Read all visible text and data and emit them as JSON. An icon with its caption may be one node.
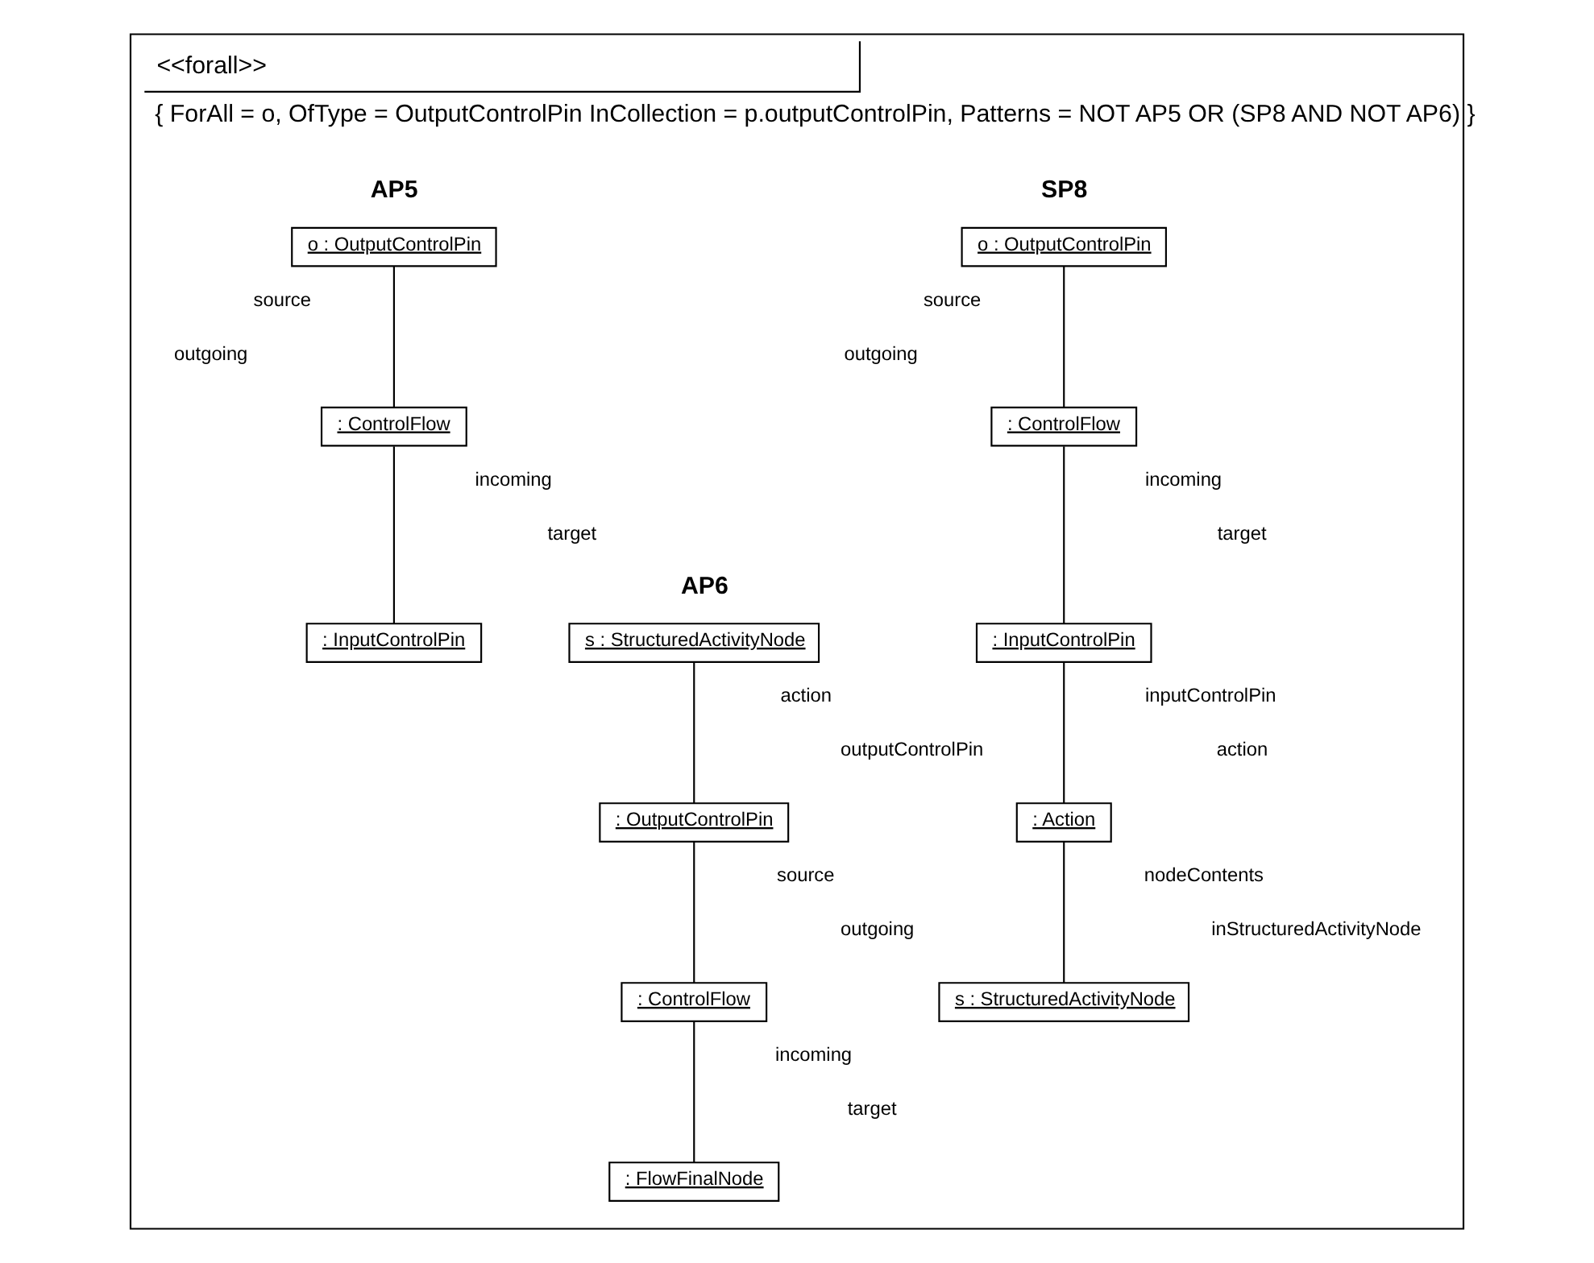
{
  "diagram": {
    "nodes": [
      {
        "text": [
          "<<forall>>",
          "{ ForAll = o, OfType = OutputControlPin InCollection = p.outputControlPin, Patterns = NOT AP5 OR (SP8 AND NOT AP6) }"
        ]
      },
      {
        "text": [
          "o : OutputControlPin"
        ],
        "in": 0
      },
      {
        "text": [
          ": ControlFlow"
        ],
        "in": 0
      },
      {
        "text": [
          ": InputControlPin"
        ],
        "in": 0
      },
      {
        "text": [
          ": Action"
        ],
        "in": 0
      },
      {
        "text": [
          "s : StructuredActivityNode"
        ],
        "in": 0
      },
      {
        "text": [
          "o : OutputControlPin"
        ],
        "in": 0
      },
      {
        "text": [
          ": ControlFlow"
        ],
        "in": 0
      },
      {
        "text": [
          ": InputControlPin"
        ],
        "in": 0
      },
      {
        "text": [
          "s : StructuredActivityNode"
        ],
        "in": 0
      },
      {
        "text": [
          ": OutputControlPin"
        ],
        "in": 0
      },
      {
        "text": [
          ": ControlFlow"
        ],
        "in": 0
      },
      {
        "text": [
          ": FlowFinalNode"
        ],
        "in": 0
      }
    ],
    "edges": [
      {
        "from": 1,
        "to": 2,
        "arrow": "none"
      },
      {
        "from": 2,
        "to": 3,
        "arrow": "none"
      },
      {
        "from": 3,
        "to": 4,
        "arrow": "none"
      },
      {
        "from": 4,
        "to": 5,
        "arrow": "none"
      },
      {
        "from": 6,
        "to": 7,
        "arrow": "none"
      },
      {
        "from": 7,
        "to": 8,
        "arrow": "none"
      },
      {
        "from": 9,
        "to": 10,
        "arrow": "none"
      },
      {
        "from": 10,
        "to": 11,
        "arrow": "none"
      },
      {
        "from": 11,
        "to": 12,
        "arrow": "none"
      }
    ],
    "labels": [
      "SP8",
      "source",
      "outgoing",
      "incoming",
      "target",
      "inputControlPin",
      "action",
      "nodeContents",
      "inStructuredActivityNode",
      "AP5",
      "source",
      "outgoing",
      "incoming",
      "target",
      "AP6",
      "action",
      "outputControlPin",
      "source",
      "outgoing",
      "incoming",
      "target"
    ]
  }
}
